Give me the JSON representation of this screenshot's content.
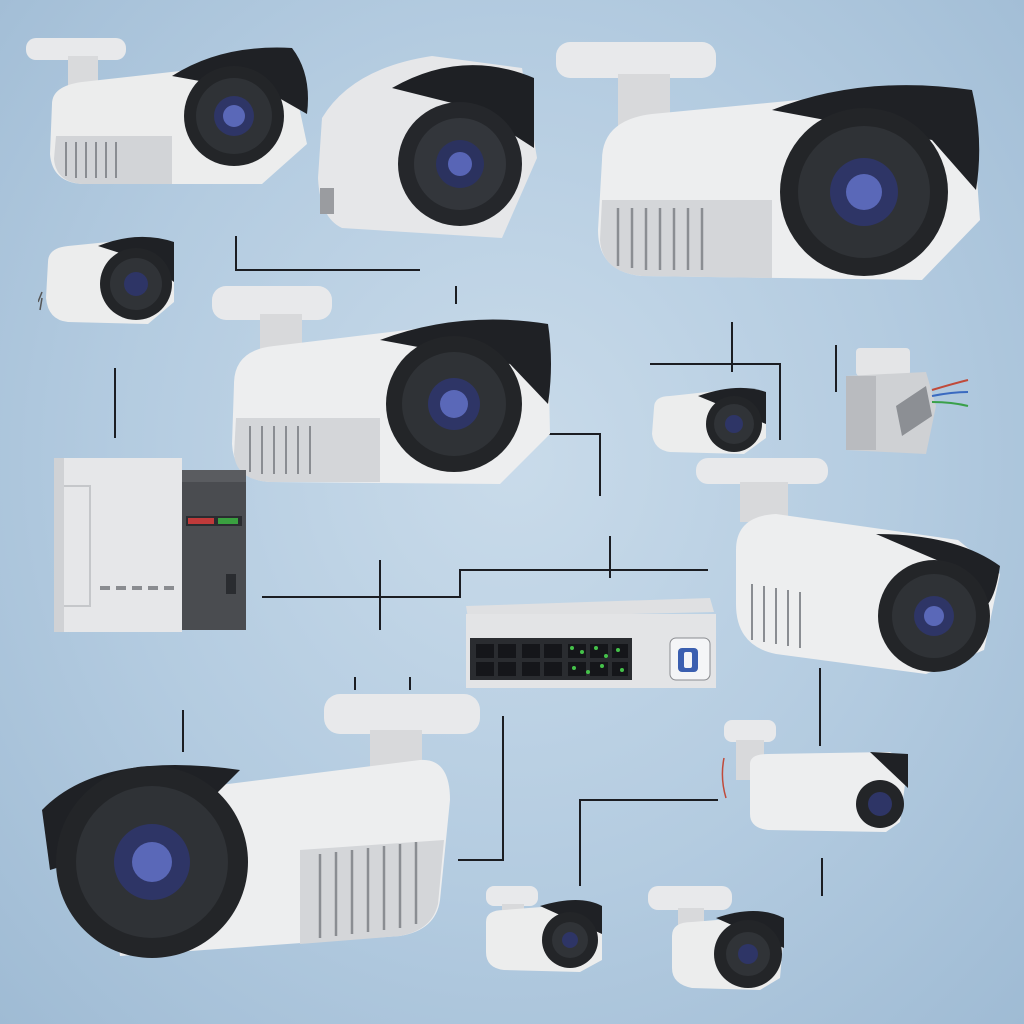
{
  "colors": {
    "background": "#b9cfe3",
    "camera_body": "#e9eaec",
    "camera_shade": "#2a2c30",
    "lens": "#3f4a8a",
    "wire": "#1b1d22",
    "led": "#3fbf3f"
  },
  "labels": [
    {
      "id": "l1",
      "text": ""
    },
    {
      "id": "l2",
      "text": ""
    },
    {
      "id": "l3",
      "text": ""
    },
    {
      "id": "l4",
      "text": ""
    },
    {
      "id": "l5",
      "text": ""
    },
    {
      "id": "l6",
      "text": ""
    },
    {
      "id": "l7",
      "text": ""
    },
    {
      "id": "l8",
      "text": ""
    },
    {
      "id": "l9",
      "text": ""
    },
    {
      "id": "l10",
      "text": ""
    },
    {
      "id": "l11",
      "text": ""
    },
    {
      "id": "l12",
      "text": ""
    },
    {
      "id": "l13",
      "text": ""
    },
    {
      "id": "l14",
      "text": ""
    },
    {
      "id": "l15",
      "text": ""
    },
    {
      "id": "l16",
      "text": ""
    }
  ],
  "devices": {
    "cameras": [
      {
        "id": "cam-1",
        "icon": "bullet-camera-icon"
      },
      {
        "id": "cam-2",
        "icon": "dome-camera-icon"
      },
      {
        "id": "cam-3",
        "icon": "bullet-camera-icon"
      },
      {
        "id": "cam-4",
        "icon": "bullet-camera-icon"
      },
      {
        "id": "cam-5",
        "icon": "bullet-camera-icon"
      },
      {
        "id": "cam-6",
        "icon": "bullet-camera-icon"
      },
      {
        "id": "cam-7",
        "icon": "bullet-camera-icon"
      },
      {
        "id": "cam-8",
        "icon": "bullet-camera-icon"
      },
      {
        "id": "cam-9",
        "icon": "bullet-camera-icon"
      },
      {
        "id": "cam-10",
        "icon": "bullet-camera-icon"
      },
      {
        "id": "cam-11",
        "icon": "bullet-camera-icon"
      }
    ],
    "nvr": {
      "icon": "nvr-recorder-icon"
    },
    "switch": {
      "icon": "network-switch-icon"
    },
    "bracket": {
      "icon": "mount-bracket-icon"
    }
  }
}
